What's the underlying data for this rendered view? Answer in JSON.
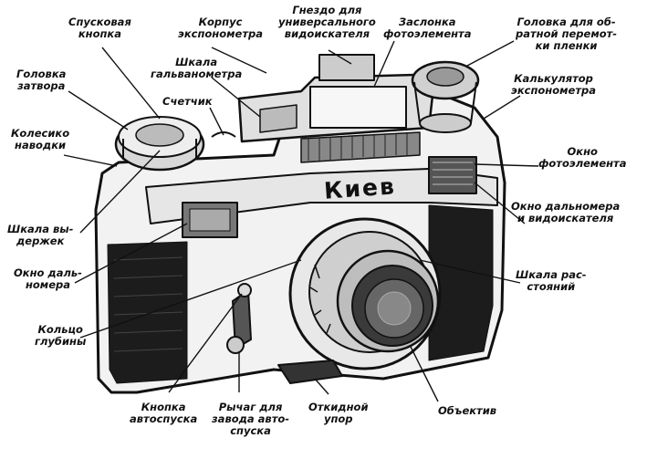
{
  "diagram": {
    "brand": "Киев",
    "labels": [
      {
        "id": "shutter-release",
        "lines": [
          "Спусковая",
          "кнопка"
        ]
      },
      {
        "id": "meter-body",
        "lines": [
          "Корпус",
          "экспонометра"
        ]
      },
      {
        "id": "viewfinder-socket",
        "lines": [
          "Гнездо для",
          "универсального",
          "видоискателя"
        ]
      },
      {
        "id": "cell-shutter",
        "lines": [
          "Заслонка",
          "фотоэлемента"
        ]
      },
      {
        "id": "rewind-knob",
        "lines": [
          "Головка для об-",
          "ратной перемот-",
          "ки пленки"
        ]
      },
      {
        "id": "shutter-knob",
        "lines": [
          "Головка",
          "затвора"
        ]
      },
      {
        "id": "galvanometer-scale",
        "lines": [
          "Шкала",
          "гальванометра"
        ]
      },
      {
        "id": "meter-calculator",
        "lines": [
          "Калькулятор",
          "экспонометра"
        ]
      },
      {
        "id": "counter",
        "lines": [
          "Счетчик"
        ]
      },
      {
        "id": "focus-wheel",
        "lines": [
          "Колесико",
          "наводки"
        ]
      },
      {
        "id": "cell-window",
        "lines": [
          "Окно",
          "фотоэлемента"
        ]
      },
      {
        "id": "rangefinder-viewfinder-window",
        "lines": [
          "Окно дальномера",
          "и видоискателя"
        ]
      },
      {
        "id": "speed-scale",
        "lines": [
          "Шкала вы-",
          "держек"
        ]
      },
      {
        "id": "rangefinder-window",
        "lines": [
          "Окно даль-",
          "номера"
        ]
      },
      {
        "id": "distance-scale",
        "lines": [
          "Шкала рас-",
          "стояний"
        ]
      },
      {
        "id": "depth-ring",
        "lines": [
          "Кольцо",
          "глубины"
        ]
      },
      {
        "id": "self-timer-button",
        "lines": [
          "Кнопка",
          "автоспуска"
        ]
      },
      {
        "id": "self-timer-lever",
        "lines": [
          "Рычаг для",
          "завода авто-",
          "спуска"
        ]
      },
      {
        "id": "folding-stand",
        "lines": [
          "Откидной",
          "упор"
        ]
      },
      {
        "id": "lens",
        "lines": [
          "Объектив"
        ]
      }
    ]
  }
}
